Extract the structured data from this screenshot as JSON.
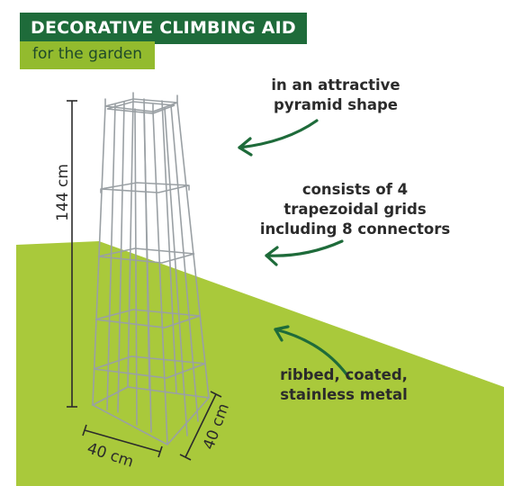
{
  "header": {
    "title": "DECORATIVE CLIMBING AID",
    "subtitle": "for the garden"
  },
  "callouts": {
    "shape": [
      "in an attractive",
      "pyramid shape"
    ],
    "grids": [
      "consists of 4",
      "trapezoidal grids",
      "including 8 connectors"
    ],
    "material": [
      "ribbed, coated,",
      "stainless metal"
    ]
  },
  "dimensions": {
    "height": "144 cm",
    "width": "40 cm",
    "depth": "40 cm"
  },
  "colors": {
    "title_bg": "#1e6b3a",
    "subtitle_bg": "#93bb2e",
    "lawn": "#a9c93b",
    "arrow": "#1e6b3a"
  }
}
